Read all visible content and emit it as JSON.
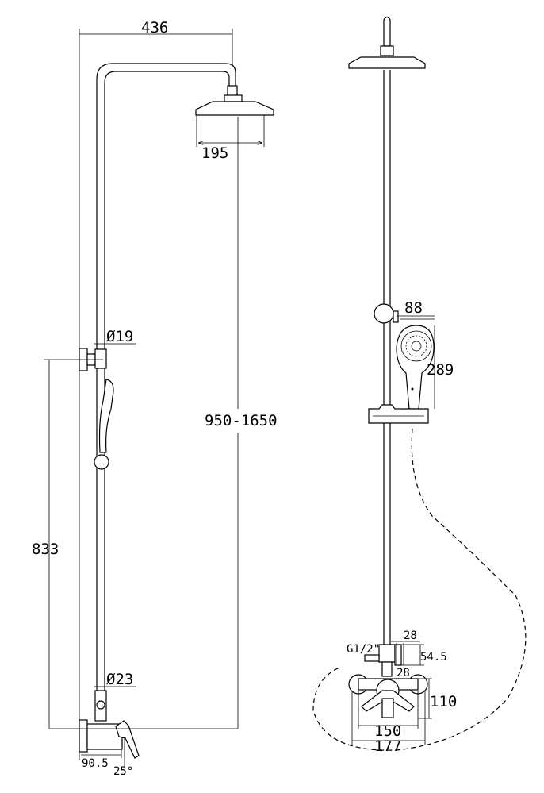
{
  "drawing": {
    "side_view": {
      "overall_width": "436",
      "head_diameter": "195",
      "height_range": "950-1650",
      "bracket_height": "833",
      "pipe_upper_diameter": "Ø19",
      "pipe_lower_diameter": "Ø23",
      "mixer_projection": "90.5",
      "lever_angle": "25°"
    },
    "front_view": {
      "handshower_width": "88",
      "handshower_length": "289",
      "outlet_width": "28",
      "inlet_thread": "G1/2\"",
      "outlet_height": "54.5",
      "outlet_depth": "28",
      "mixer_height": "110",
      "mixer_width_inner": "150",
      "mixer_width_outer": "177"
    }
  }
}
